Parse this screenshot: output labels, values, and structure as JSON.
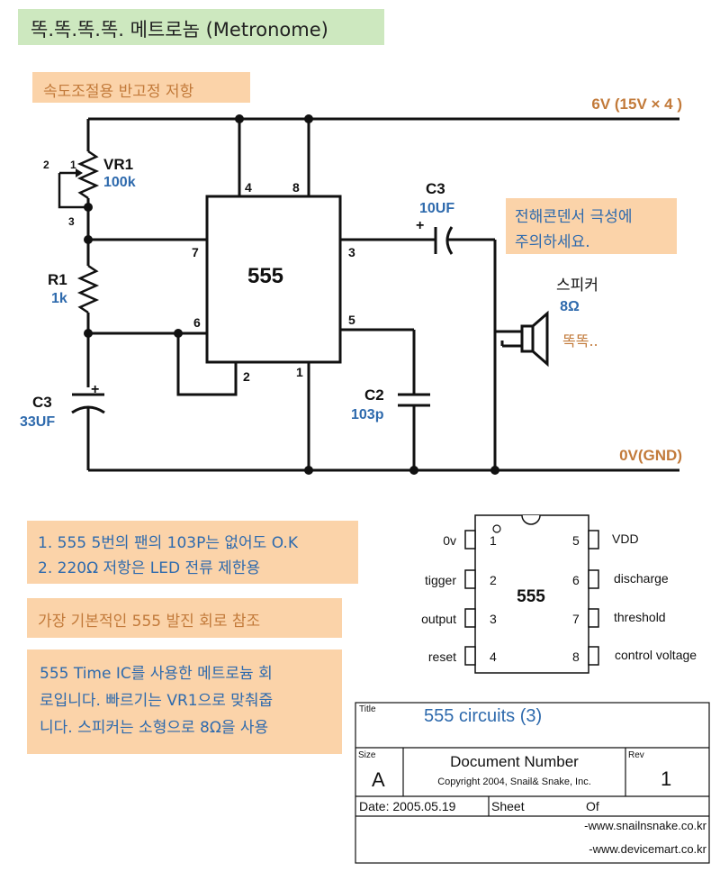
{
  "header": {
    "title": "똑.똑.똑.똑. 메트로놈 (Metronome)"
  },
  "colors": {
    "title_bg": "#cde8bf",
    "note_bg": "#fbd3a9",
    "blue_text": "#2e6aad",
    "brown_text": "#c27a3a",
    "wire": "#111111"
  },
  "schematic": {
    "note_vr": "속도조절용 반고정 저항",
    "rail_top": "6V (15V × 4 )",
    "rail_bottom": "0V(GND)",
    "vr1": {
      "name": "VR1",
      "value": "100k",
      "pin1": "1",
      "pin2": "2",
      "pin3": "3"
    },
    "r1": {
      "name": "R1",
      "value": "1k"
    },
    "c3_left": {
      "name": "C3",
      "value": "33UF",
      "polarity": "+"
    },
    "c3_right": {
      "name": "C3",
      "value": "10UF",
      "polarity": "+"
    },
    "c2": {
      "name": "C2",
      "value": "103p"
    },
    "ic": {
      "label": "555",
      "pin4": "4",
      "pin8": "8",
      "pin7": "7",
      "pin6": "6",
      "pin2": "2",
      "pin1": "1",
      "pin3": "3",
      "pin5": "5"
    },
    "note_cap": [
      "전해콘덴서 극성에",
      "주의하세요."
    ],
    "speaker": {
      "name": "스피커",
      "value": "8Ω",
      "sound": "똑똑.."
    }
  },
  "notes": {
    "note1": [
      "1. 555 5번의 팬의 103P는 없어도 O.K",
      "2. 220Ω 저항은 LED 전류 제한용"
    ],
    "note2": "가장 기본적인 555 발진 회로 참조",
    "note3": [
      "555 Time IC를 사용한 메트로늄 회",
      "로입니다. 빠르기는 VR1으로 맞춰줍",
      "니다. 스피커는 소형으로 8Ω을 사용"
    ]
  },
  "pinout": {
    "chip_label": "555",
    "pin1_dot": "o",
    "left": [
      {
        "num": "1",
        "name": "0v"
      },
      {
        "num": "2",
        "name": "tigger"
      },
      {
        "num": "3",
        "name": "output"
      },
      {
        "num": "4",
        "name": "reset"
      }
    ],
    "right": [
      {
        "num": "5",
        "name": "VDD"
      },
      {
        "num": "6",
        "name": "discharge"
      },
      {
        "num": "7",
        "name": "threshold"
      },
      {
        "num": "8",
        "name": "control voltage"
      }
    ]
  },
  "title_block": {
    "title_label": "Title",
    "title": "555 circuits (3)",
    "size_label": "Size",
    "size": "A",
    "doc_label": "Document Number",
    "copyright": "Copyright 2004, Snail& Snake, Inc.",
    "rev_label": "Rev",
    "rev": "1",
    "date": "Date: 2005.05.19",
    "sheet": "Sheet",
    "of": "Of",
    "url1": "-www.snailnsnake.co.kr",
    "url2": "-www.devicemart.co.kr"
  }
}
